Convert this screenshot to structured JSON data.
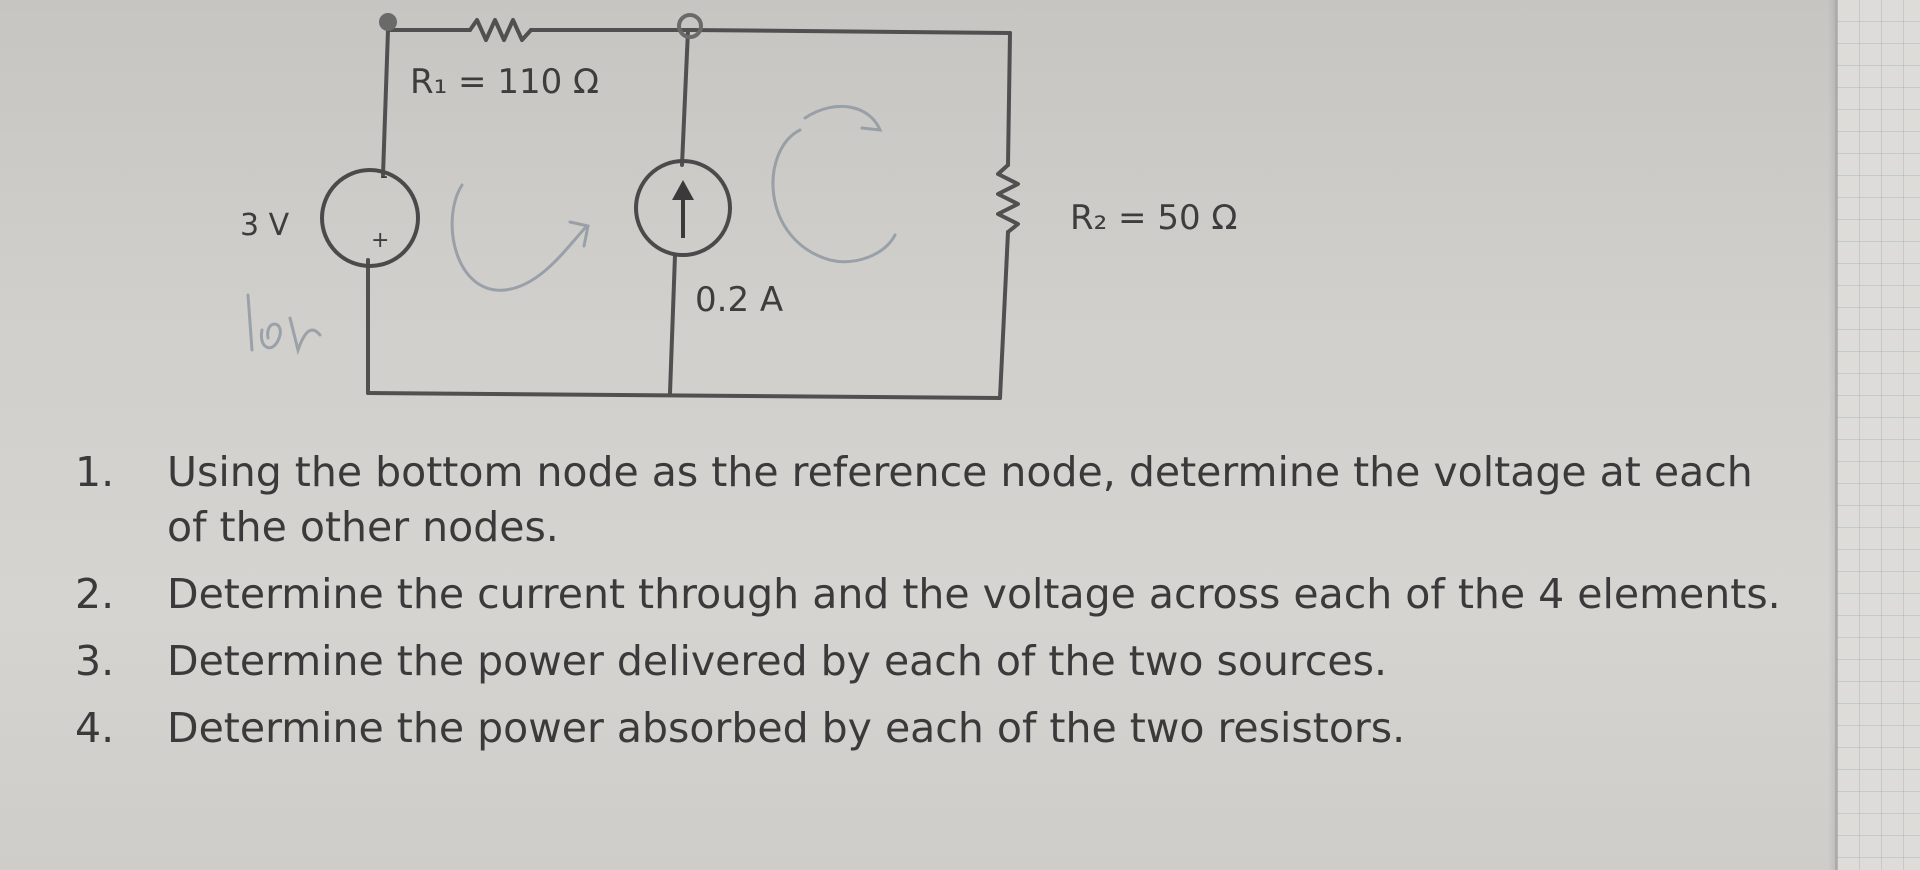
{
  "circuit": {
    "r1_label": "R₁ = 110 Ω",
    "r2_label": "R₂ = 50 Ω",
    "source_voltage": "3 V",
    "source_current": "0.2 A",
    "plus_sign": "+",
    "minus_sign": "-"
  },
  "questions": [
    {
      "number": "1.",
      "text": "Using the bottom node as the reference node, determine the voltage at each of the other nodes."
    },
    {
      "number": "2.",
      "text": "Determine the current through and the voltage across each of the 4 elements."
    },
    {
      "number": "3.",
      "text": "Determine the power delivered by each of the two sources."
    },
    {
      "number": "4.",
      "text": "Determine the power absorbed by each of the two resistors."
    }
  ]
}
